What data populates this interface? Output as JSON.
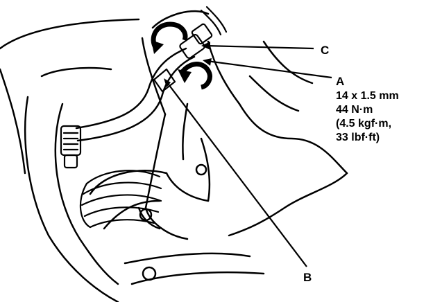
{
  "callouts": {
    "c": {
      "letter": "C"
    },
    "a": {
      "letter": "A",
      "spec_lines": [
        "14 x 1.5 mm",
        "44 N·m",
        "(4.5 kgf·m,",
        "33 lbf·ft)"
      ]
    },
    "b": {
      "letter": "B"
    }
  },
  "colors": {
    "ink": "#000000",
    "paper": "#ffffff"
  },
  "icons": [
    "rotation-arrow-icon",
    "rotation-arrow-icon"
  ]
}
